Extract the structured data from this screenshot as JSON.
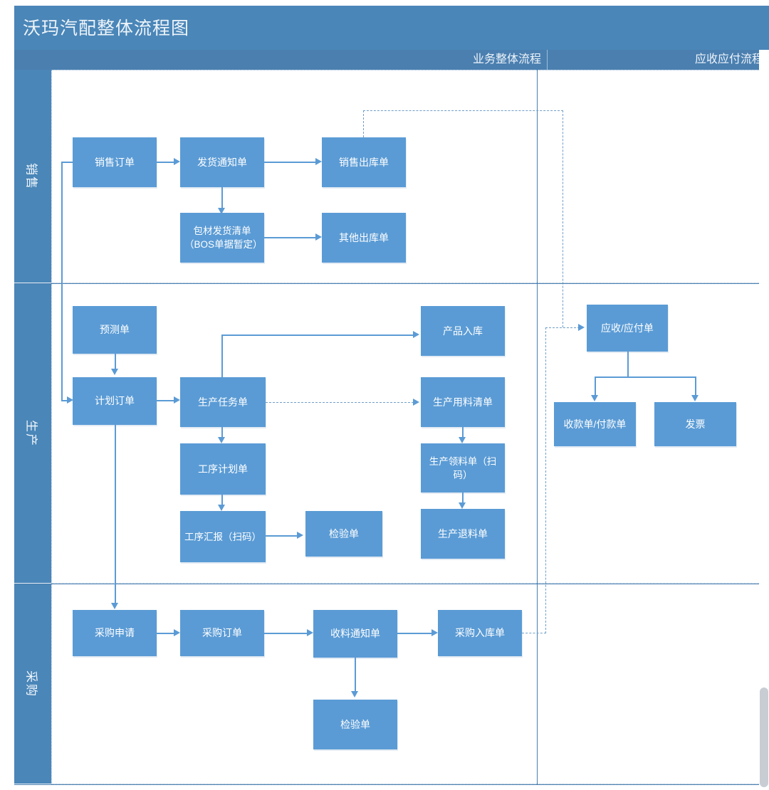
{
  "header": {
    "title": "沃玛汽配整体流程图"
  },
  "columns": [
    {
      "label": "业务整体流程"
    },
    {
      "label": "应收应付流程"
    }
  ],
  "lanes": [
    {
      "id": "sales",
      "label": "销售"
    },
    {
      "id": "production",
      "label": "生产"
    },
    {
      "id": "purchase",
      "label": "采购"
    }
  ],
  "colors": {
    "node_fill": "#5a9bd5",
    "header_bar": "#4a86b8",
    "column_bar": "#4a7fb0",
    "connector": "#5b9bd5",
    "dashed_connector": "#6f9fc8",
    "lane_border": "#9bb8d4",
    "node_text": "#ffffff"
  },
  "nodes": {
    "sales_order": {
      "label": "销售订单"
    },
    "delivery_notice": {
      "label": "发货通知单"
    },
    "sales_outbound": {
      "label": "销售出库单"
    },
    "packing_list": {
      "label": "包材发货清单\n（BOS单据暂定）",
      "line1": "包材发货清单",
      "line2": "（BOS单据暂定）"
    },
    "other_outbound": {
      "label": "其他出库单"
    },
    "forecast_order": {
      "label": "预测单"
    },
    "plan_order": {
      "label": "计划订单"
    },
    "production_task": {
      "label": "生产任务单"
    },
    "process_plan": {
      "label": "工序计划单"
    },
    "process_report": {
      "label": "工序汇报（扫码）"
    },
    "inspection_prod": {
      "label": "检验单"
    },
    "product_inbound": {
      "label": "产品入库"
    },
    "production_bom": {
      "label": "生产用料清单"
    },
    "material_issue": {
      "label": "生产领料单（扫码）",
      "line1": "生产领料单（扫",
      "line2": "码）"
    },
    "material_return": {
      "label": "生产退料单"
    },
    "purchase_request": {
      "label": "采购申请"
    },
    "purchase_order": {
      "label": "采购订单"
    },
    "receipt_notice": {
      "label": "收料通知单"
    },
    "purchase_inbound": {
      "label": "采购入库单"
    },
    "inspection_purch": {
      "label": "检验单"
    },
    "ar_ap_bill": {
      "label": "应收/应付单"
    },
    "receipt_payment": {
      "label": "收款单/付款单"
    },
    "invoice": {
      "label": "发票"
    }
  },
  "edges": [
    {
      "from": "sales_order",
      "to": "delivery_notice",
      "style": "solid"
    },
    {
      "from": "delivery_notice",
      "to": "sales_outbound",
      "style": "solid"
    },
    {
      "from": "delivery_notice",
      "to": "packing_list",
      "style": "solid"
    },
    {
      "from": "packing_list",
      "to": "other_outbound",
      "style": "solid"
    },
    {
      "from": "sales_order",
      "to": "plan_order",
      "style": "solid"
    },
    {
      "from": "sales_outbound",
      "to": "ar_ap_bill",
      "style": "dashed"
    },
    {
      "from": "forecast_order",
      "to": "plan_order",
      "style": "solid"
    },
    {
      "from": "plan_order",
      "to": "production_task",
      "style": "solid"
    },
    {
      "from": "production_task",
      "to": "product_inbound",
      "style": "solid"
    },
    {
      "from": "production_task",
      "to": "production_bom",
      "style": "dashed"
    },
    {
      "from": "production_task",
      "to": "process_plan",
      "style": "solid"
    },
    {
      "from": "process_plan",
      "to": "process_report",
      "style": "solid"
    },
    {
      "from": "process_report",
      "to": "inspection_prod",
      "style": "solid"
    },
    {
      "from": "production_bom",
      "to": "material_issue",
      "style": "solid"
    },
    {
      "from": "material_issue",
      "to": "material_return",
      "style": "solid"
    },
    {
      "from": "plan_order",
      "to": "purchase_request",
      "style": "solid"
    },
    {
      "from": "purchase_request",
      "to": "purchase_order",
      "style": "solid"
    },
    {
      "from": "purchase_order",
      "to": "receipt_notice",
      "style": "solid"
    },
    {
      "from": "receipt_notice",
      "to": "purchase_inbound",
      "style": "solid"
    },
    {
      "from": "receipt_notice",
      "to": "inspection_purch",
      "style": "solid"
    },
    {
      "from": "purchase_inbound",
      "to": "ar_ap_bill",
      "style": "dashed"
    },
    {
      "from": "ar_ap_bill",
      "to": "receipt_payment",
      "style": "solid"
    },
    {
      "from": "ar_ap_bill",
      "to": "invoice",
      "style": "solid"
    }
  ]
}
